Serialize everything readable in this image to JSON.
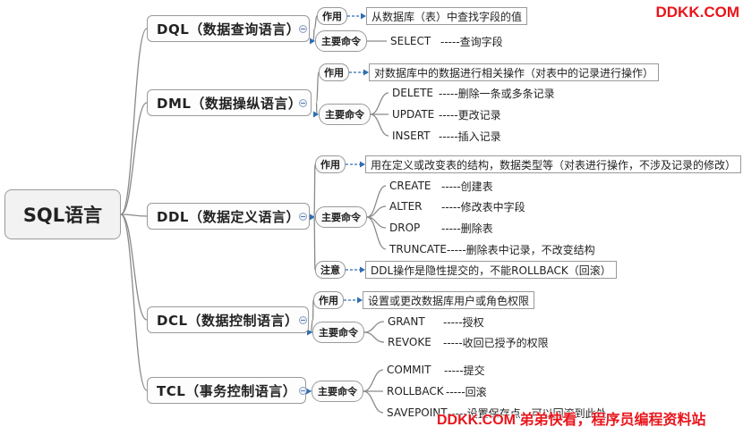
{
  "root": {
    "label": "SQL语言"
  },
  "categories": [
    {
      "title": "DQL（数据查询语言）",
      "purpose_tag": "作用",
      "purpose": "从数据库（表）中查找字段的值",
      "commands_tag": "主要命令",
      "commands": [
        {
          "kw": "SELECT",
          "dash": "-----查询字段"
        }
      ]
    },
    {
      "title": "DML（数据操纵语言）",
      "purpose_tag": "作用",
      "purpose": "对数据库中的数据进行相关操作（对表中的记录进行操作）",
      "commands_tag": "主要命令",
      "commands": [
        {
          "kw": "DELETE",
          "dash": "-----删除一条或多条记录"
        },
        {
          "kw": "UPDATE",
          "dash": "-----更改记录"
        },
        {
          "kw": "INSERT",
          "dash": "-----插入记录"
        }
      ]
    },
    {
      "title": "DDL（数据定义语言）",
      "purpose_tag": "作用",
      "purpose": "用在定义或改变表的结构，数据类型等（对表进行操作，不涉及记录的修改）",
      "commands_tag": "主要命令",
      "commands": [
        {
          "kw": "CREATE",
          "dash": "-----创建表"
        },
        {
          "kw": "ALTER",
          "dash": "-----修改表中字段"
        },
        {
          "kw": "DROP",
          "dash": "-----删除表"
        },
        {
          "kw": "TRUNCATE",
          "dash": "-----删除表中记录，不改变结构"
        }
      ],
      "note_tag": "注意",
      "note": "DDL操作是隐性提交的，不能ROLLBACK（回滚）"
    },
    {
      "title": "DCL（数据控制语言）",
      "purpose_tag": "作用",
      "purpose": "设置或更改数据库用户或角色权限",
      "commands_tag": "主要命令",
      "commands": [
        {
          "kw": "GRANT",
          "dash": "-----授权"
        },
        {
          "kw": "REVOKE",
          "dash": "-----收回已授予的权限"
        }
      ]
    },
    {
      "title": "TCL（事务控制语言）",
      "commands_tag": "主要命令",
      "commands": [
        {
          "kw": "COMMIT",
          "dash": "-----提交"
        },
        {
          "kw": "ROLLBACK",
          "dash": "-----回滚"
        },
        {
          "kw": "SAVEPOINT",
          "dash": "-----设置保存点，可以回滚到此处"
        }
      ]
    }
  ],
  "watermarks": {
    "top": "DDKK.COM",
    "bottom": "DDKK.COM 弟弟快看，程序员编程资料站"
  },
  "colors": {
    "branch_line": "#8a8a8a",
    "dashed_link": "#2e6db4",
    "watermark": "#e8151b"
  }
}
